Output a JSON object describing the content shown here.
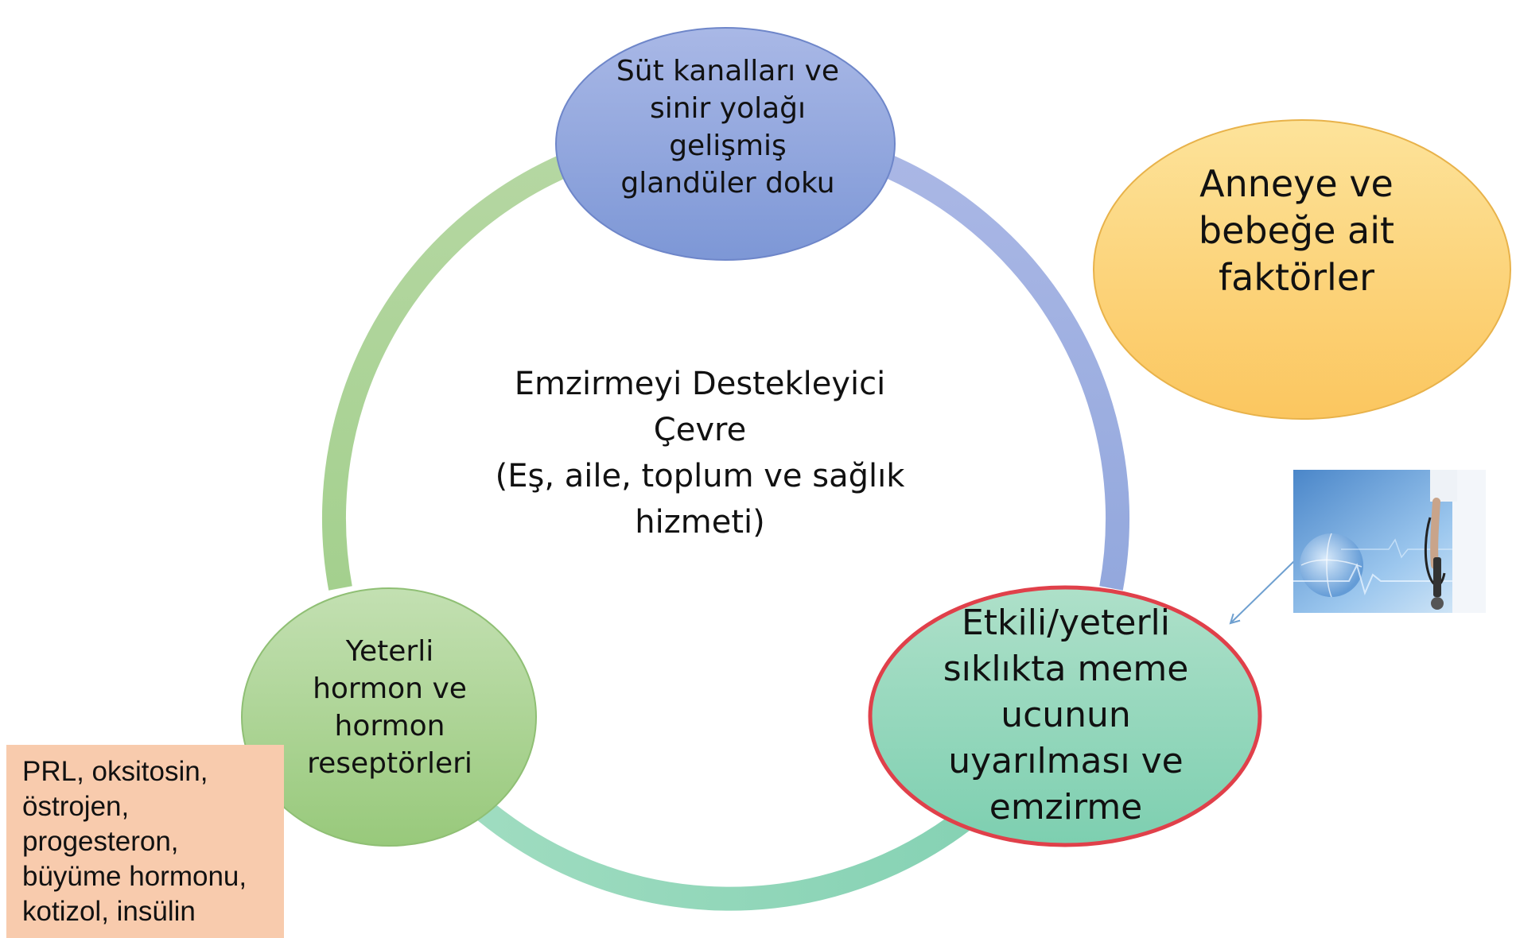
{
  "diagram": {
    "center_text": "Emzirmeyi Destekleyici\nÇevre\n(Eş, aile, toplum ve sağlık\nhizmeti)",
    "nodes": {
      "top": "Süt kanalları ve\nsinir yolağı\ngelişmiş\nglandüler doku",
      "left": "Yeterli\nhormon ve\nhormon\nreseptörleri",
      "right": "Etkili/yeterli\nsıklıkta meme\nucunun\nuyarılması  ve\nemzirme"
    },
    "side_factor": "Anneye ve\nbebeğe ait\nfaktörler",
    "hormone_list": "PRL, oksitosin,\nöstrojen,\nprogesteron,\nbüyüme hormonu,\nkotizol, insülin",
    "colors": {
      "top_node": "#8fa5da",
      "left_node": "#a8d08d",
      "right_node": "#8fd4b8",
      "right_node_border": "#e0404a",
      "side_factor": "#fdd27a",
      "hormone_box": "#f8cbad",
      "arc_green": "#a9d18e",
      "arc_blue": "#9fb0e0",
      "arc_teal": "#8fd8bd",
      "arrow": "#6fa0d0"
    }
  }
}
